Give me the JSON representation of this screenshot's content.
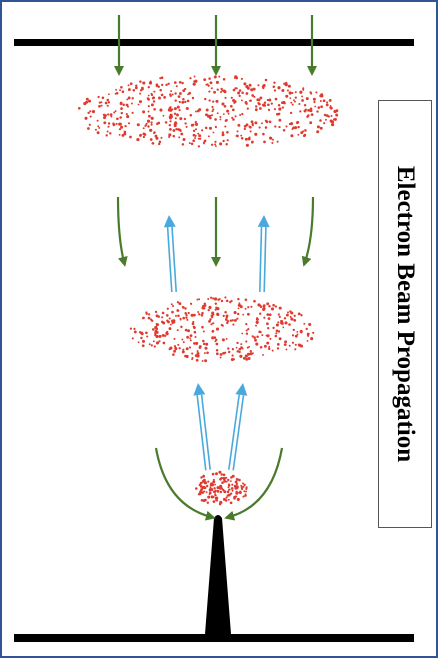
{
  "title": "Electron Beam Propagation",
  "colors": {
    "frame_border": "#2f5597",
    "plate": "#000000",
    "electron_dots": "#e03a2f",
    "incoming_arrows": "#4a7a2c",
    "reflected_arrows": "#4aa9dc",
    "emitter_tip": "#000000"
  },
  "elements": {
    "top_plate": "plate",
    "bottom_plate": "plate",
    "emitter": "emitter-tip",
    "upper_cloud": "electron-cloud",
    "middle_cloud": "electron-cloud",
    "emission_cluster": "electron-cluster"
  }
}
